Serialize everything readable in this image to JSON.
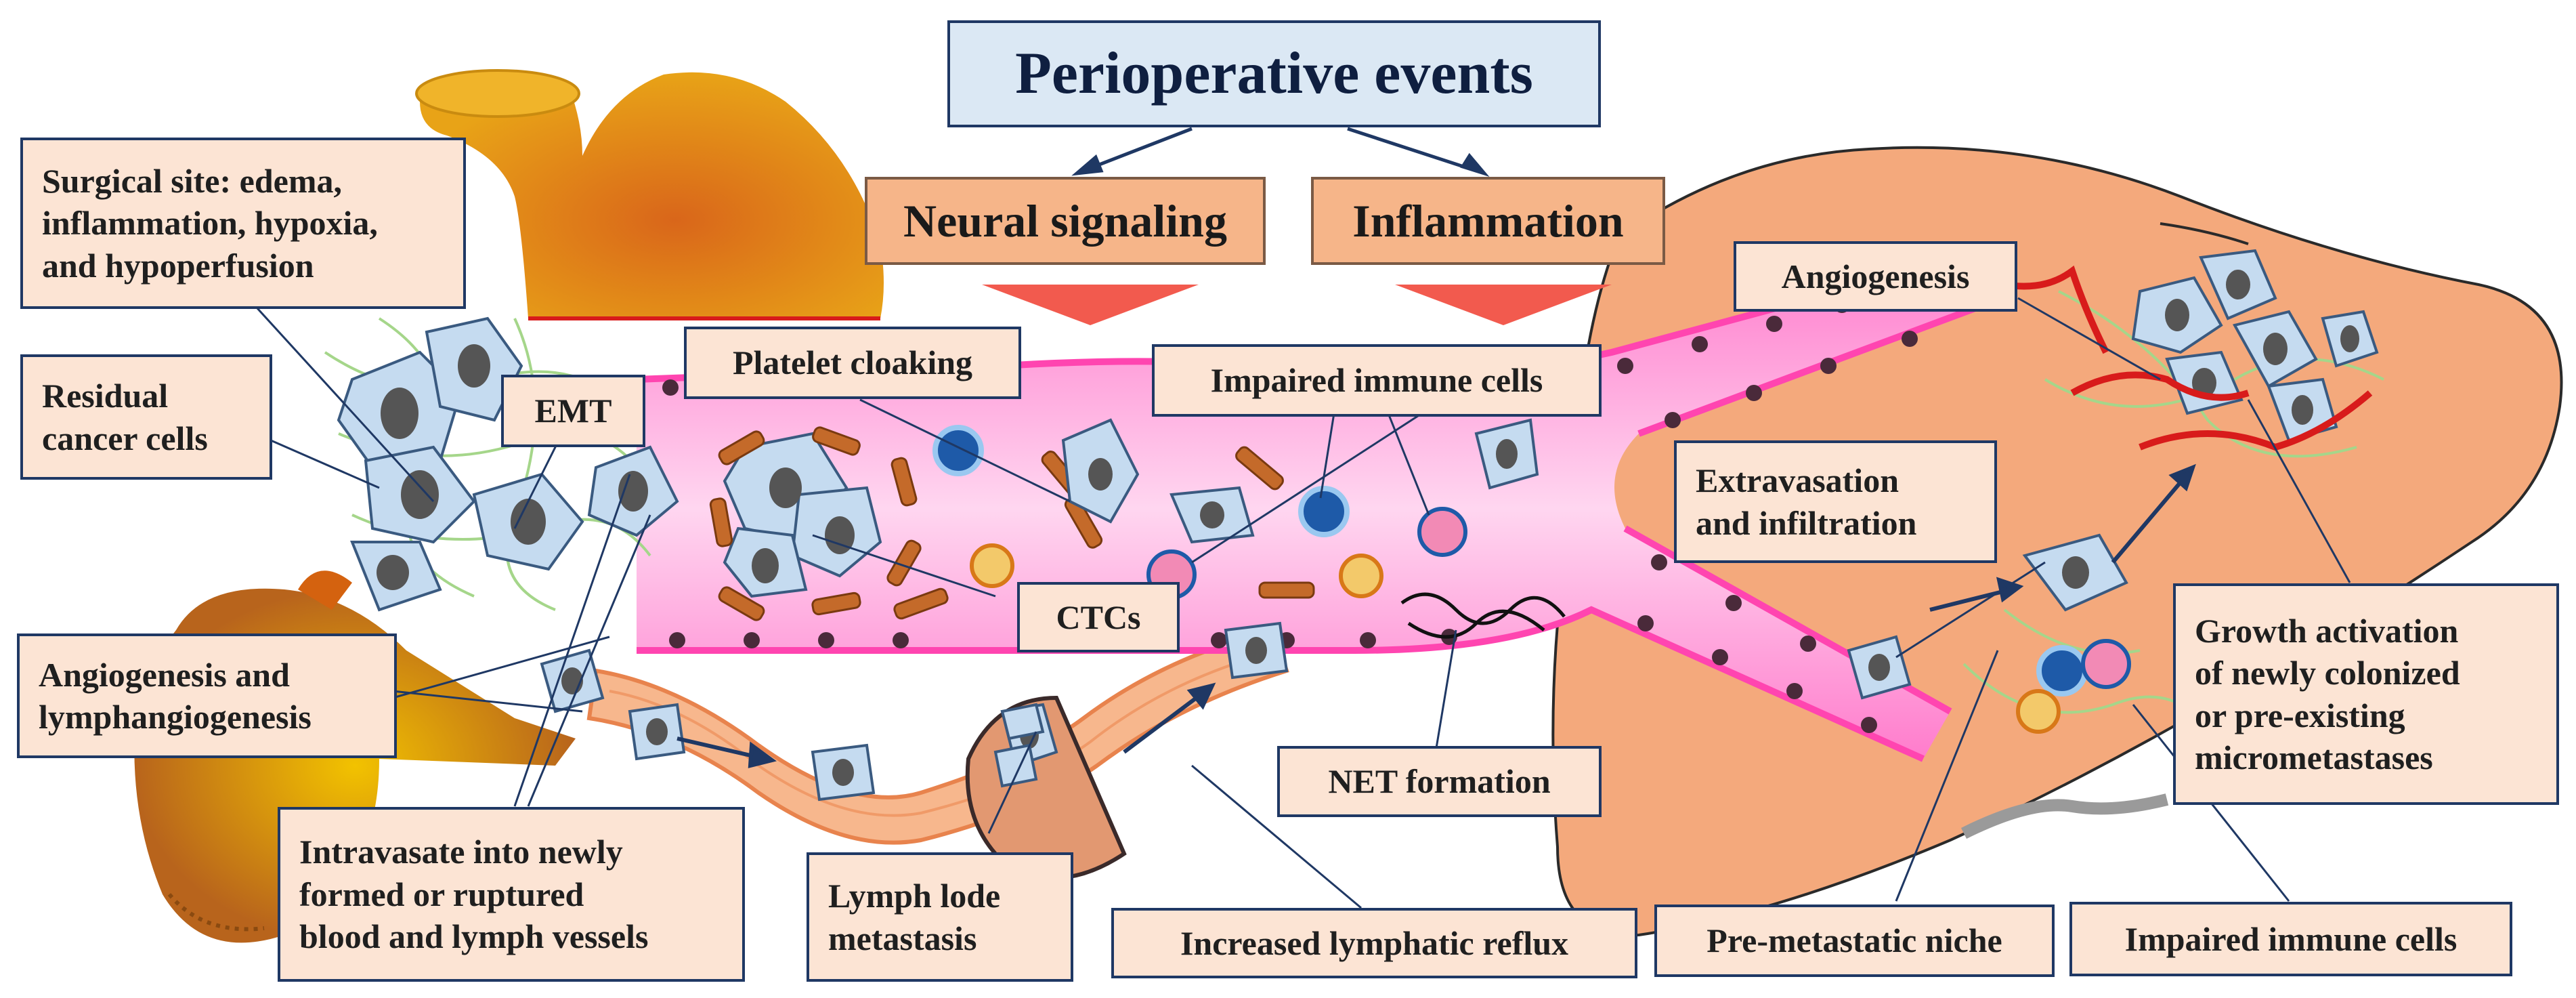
{
  "title": "Perioperative events",
  "drivers": {
    "neural": "Neural signaling",
    "inflammation": "Inflammation"
  },
  "labels": {
    "surgical_site": "Surgical site: edema,\ninflammation, hypoxia,\nand hypoperfusion",
    "residual": "Residual\ncancer cells",
    "emt": "EMT",
    "platelet": "Platelet cloaking",
    "impaired_top": "Impaired immune cells",
    "angiogenesis_right": "Angiogenesis",
    "extravasation": "Extravasation\nand infiltration",
    "ctcs": "CTCs",
    "angio_lymph": "Angiogenesis and\nlymphangiogenesis",
    "intravasate": "Intravasate into newly\nformed or ruptured\nblood and lymph vessels",
    "lymph_node": "Lymph lode\nmetastasis",
    "net": "NET formation",
    "lymph_reflux": "Increased lymphatic reflux",
    "premetastatic": "Pre-metastatic niche",
    "impaired_bottom": "Impaired immune cells",
    "growth": "Growth activation\nof newly colonized\nor  pre-existing\nmicrometastases"
  },
  "colors": {
    "label_fill": "#fce4d4",
    "label_border": "#1f3864",
    "title_fill": "#dbe8f4",
    "driver_fill": "#f6b589",
    "vessel": "#ff9fd6",
    "liver": "#f4a97c",
    "stomach": "#e8a317",
    "arrow_red": "#f25a4e",
    "cancer_cell": "#c5dbf0"
  }
}
